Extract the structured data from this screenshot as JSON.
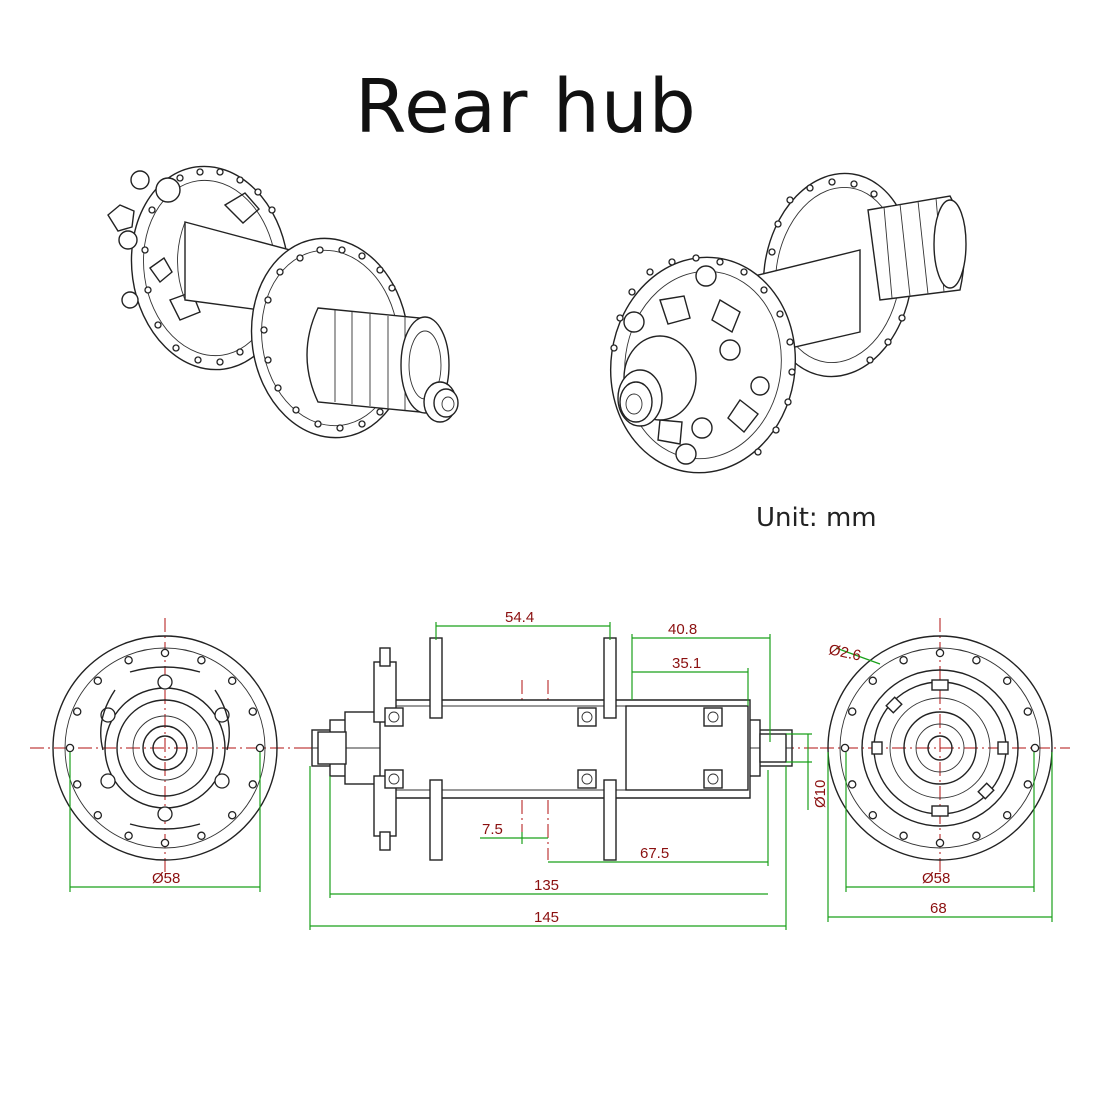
{
  "title": "Rear hub",
  "unit_label": "Unit: mm",
  "dimensions": {
    "flange_spacing": "54.4",
    "dim_40_8": "40.8",
    "dim_35_1": "35.1",
    "hole_diameter": "Ø2.6",
    "axle_diameter": "Ø10",
    "offset_7_5": "7.5",
    "dim_67_5": "67.5",
    "oln_135": "135",
    "axle_145": "145",
    "left_flange_diameter": "Ø58",
    "right_flange_diameter": "Ø58",
    "right_width_68": "68"
  },
  "colors": {
    "dimension_text": "#8b1010",
    "dimension_line": "#1aa01a",
    "centerline": "#b01010"
  }
}
